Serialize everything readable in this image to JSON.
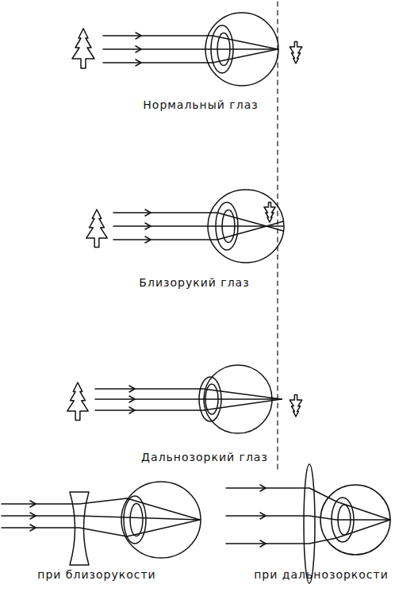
{
  "diagram": {
    "labels": [
      "Нормальный глаз",
      "Близорукий глаз",
      "Дальнозоркий глаз",
      "при близорукости",
      "при дальнозоркости"
    ]
  }
}
